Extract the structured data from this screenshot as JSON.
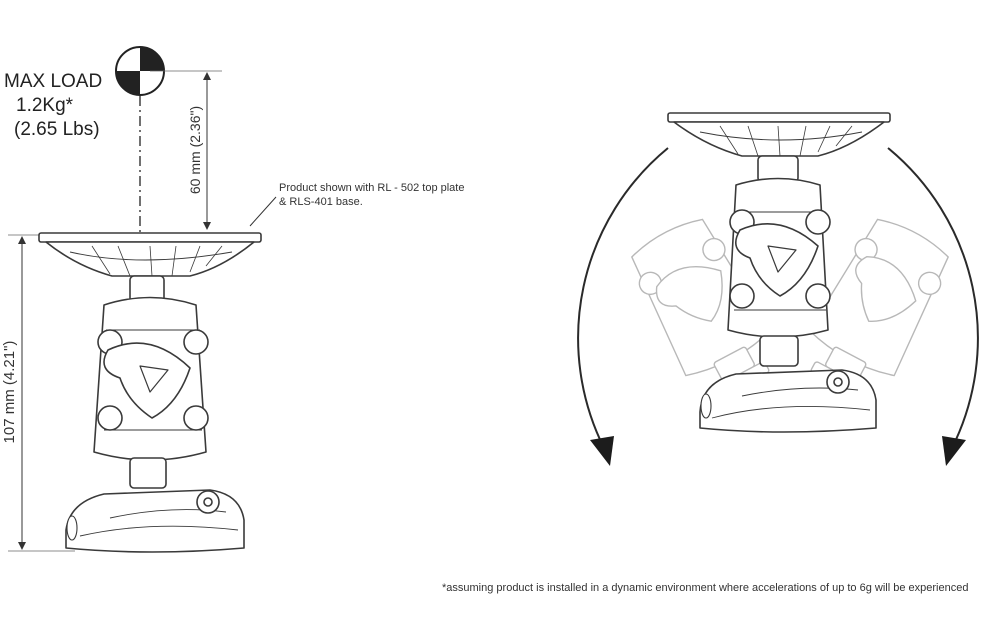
{
  "load": {
    "heading": "MAX LOAD",
    "kg": "1.2Kg*",
    "lbs": "(2.65 Lbs)"
  },
  "dimensions": {
    "height_offset": "60 mm (2.36\")",
    "total_height": "107 mm (4.21\")"
  },
  "product_note": {
    "line1": "Product shown with RL - 502 top plate",
    "line2": "& RLS-401 base."
  },
  "footnote": "*assuming product is installed in a dynamic environment where accelerations of up to 6g will be experienced",
  "colors": {
    "line": "#3a3a3a",
    "fill": "#ffffff",
    "ghost": "#bdbdbd"
  }
}
